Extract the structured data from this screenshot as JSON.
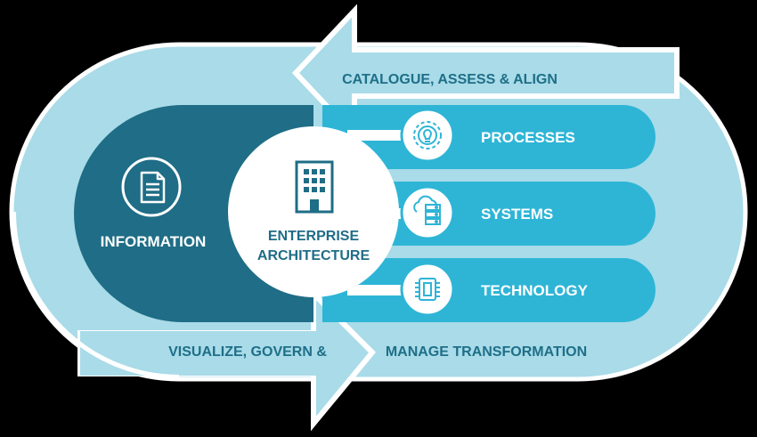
{
  "colors": {
    "background": "#000000",
    "outer_pill": "#a9dbe8",
    "outer_outline": "#ffffff",
    "dark_teal": "#1f6d86",
    "bright_teal": "#2eb5d6",
    "label_text": "#1e6f88",
    "white": "#ffffff"
  },
  "top_arrow": {
    "label": "CATALOGUE, ASSESS & ALIGN"
  },
  "bottom_arrow": {
    "label_left": "VISUALIZE, GOVERN &",
    "label_right": "MANAGE TRANSFORMATION"
  },
  "information": {
    "label": "INFORMATION",
    "icon": "document-icon"
  },
  "center": {
    "line1": "ENTERPRISE",
    "line2": "ARCHITECTURE",
    "icon": "building-icon"
  },
  "bars": [
    {
      "label": "PROCESSES",
      "icon": "gear-bulb-icon"
    },
    {
      "label": "SYSTEMS",
      "icon": "cloud-server-icon"
    },
    {
      "label": "TECHNOLOGY",
      "icon": "chip-icon"
    }
  ]
}
